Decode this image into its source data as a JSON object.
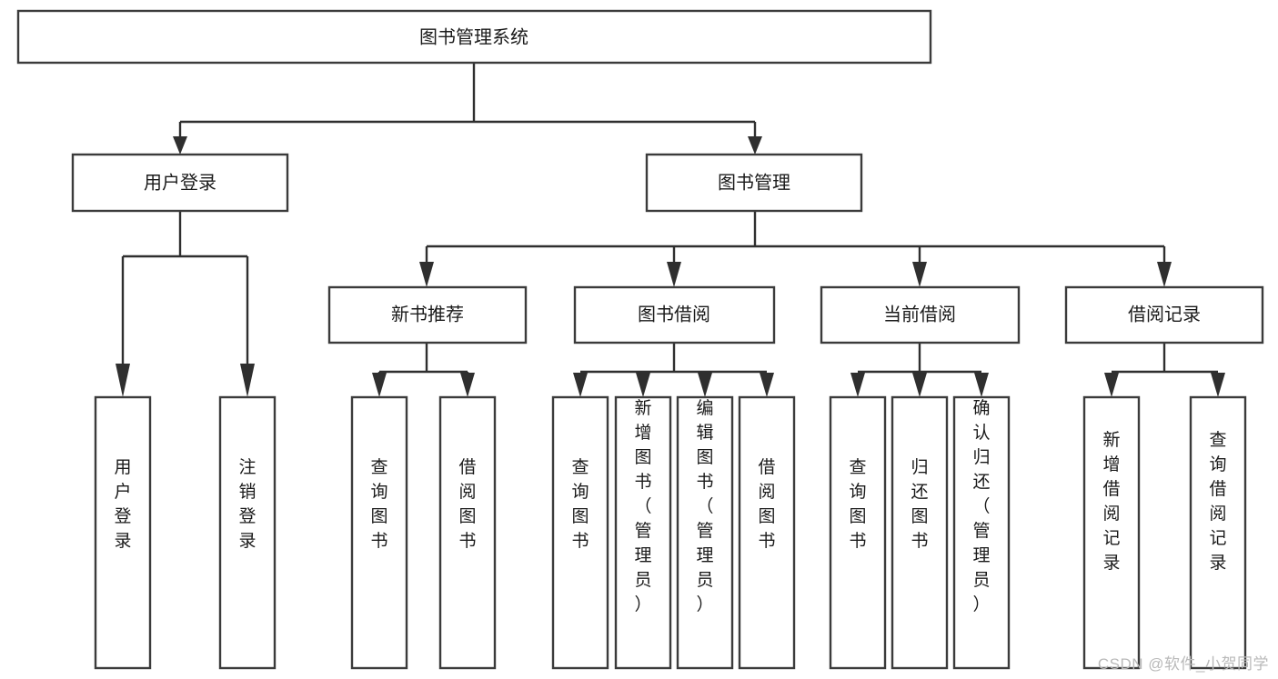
{
  "diagram": {
    "type": "tree-hierarchy",
    "title": "图书管理系统",
    "orientation": "top-down",
    "colors": {
      "box_stroke": "#3b3b3b",
      "box_fill": "#ffffff",
      "line": "#2f2f2f",
      "text": "#1a1a1a",
      "background": "#ffffff",
      "watermark": "#b9b9b9"
    },
    "root": {
      "label": "图书管理系统"
    },
    "level2": [
      {
        "label": "用户登录"
      },
      {
        "label": "图书管理"
      }
    ],
    "level3": [
      {
        "label": "新书推荐"
      },
      {
        "label": "图书借阅"
      },
      {
        "label": "当前借阅"
      },
      {
        "label": "借阅记录"
      }
    ],
    "leaves": {
      "user_login": [
        {
          "label": "用户登录"
        },
        {
          "label": "注销登录"
        }
      ],
      "new_book_recommend": [
        {
          "label": "查询图书"
        },
        {
          "label": "借阅图书"
        }
      ],
      "book_borrow": [
        {
          "label": "查询图书"
        },
        {
          "label": "新增图书（管理员）"
        },
        {
          "label": "编辑图书（管理员）"
        },
        {
          "label": "借阅图书"
        }
      ],
      "current_borrow": [
        {
          "label": "查询图书"
        },
        {
          "label": "归还图书"
        },
        {
          "label": "确认归还（管理员）"
        }
      ],
      "borrow_record": [
        {
          "label": "新增借阅记录"
        },
        {
          "label": "查询借阅记录"
        }
      ]
    },
    "watermark": "CSDN @软件_小贺同学"
  }
}
